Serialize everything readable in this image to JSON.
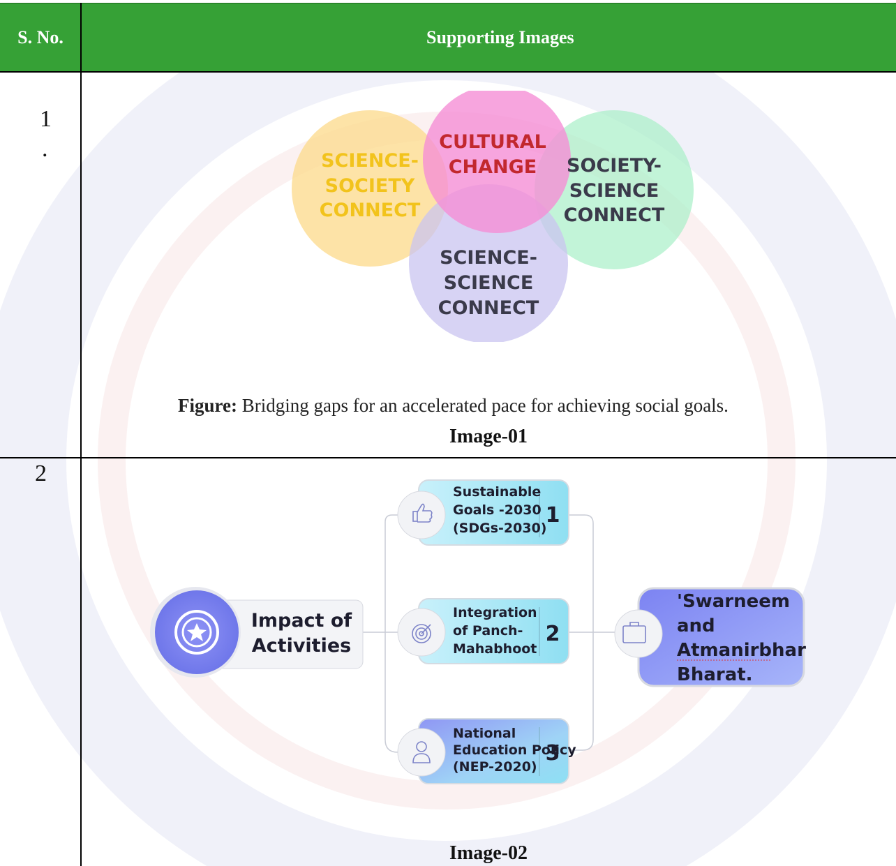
{
  "table": {
    "header": {
      "sno": "S. No.",
      "images": "Supporting Images"
    },
    "rows": [
      {
        "sno": "1",
        "sno_suffix": ".",
        "venn": {
          "top": [
            "CULTURAL",
            "CHANGE"
          ],
          "left": [
            "SCIENCE-",
            "SOCIETY",
            "CONNECT"
          ],
          "right": [
            "SOCIETY-",
            "SCIENCE",
            "CONNECT"
          ],
          "bottom": [
            "SCIENCE-",
            "SCIENCE",
            "CONNECT"
          ],
          "colors": {
            "top": "#f58fd6",
            "left": "#fcd98a",
            "right": "#a8f0c8",
            "bottom": "#c9c4f0",
            "top_text": "#c2282e",
            "left_text": "#f2c31c",
            "other_text": "#3a3a4a"
          }
        },
        "caption_label": "Figure:",
        "caption_text": " Bridging gaps for an accelerated pace for achieving social goals.",
        "image_label": "Image-01"
      },
      {
        "sno": "2",
        "flow": {
          "source": [
            "Impact of",
            "Activities"
          ],
          "source_icon": "star-badge-icon",
          "items": [
            {
              "lines": [
                "Sustainable",
                "Goals -2030",
                "(SDGs-2030)"
              ],
              "number": "1",
              "icon": "thumbs-up-icon"
            },
            {
              "lines": [
                "Integration",
                "of Panch-",
                "Mahabhoot"
              ],
              "number": "2",
              "icon": "target-icon"
            },
            {
              "lines": [
                "National",
                "Education Policy",
                "(NEP-2020)"
              ],
              "number": "3",
              "icon": "person-icon"
            }
          ],
          "target": [
            "'Swarneem",
            "and",
            "Atmanirbhar",
            "Bharat."
          ],
          "target_icon": "briefcase-icon",
          "colors": {
            "accent": "#7c83f2",
            "cyan": "#9fe7f5"
          }
        },
        "image_label": "Image-02"
      }
    ]
  }
}
